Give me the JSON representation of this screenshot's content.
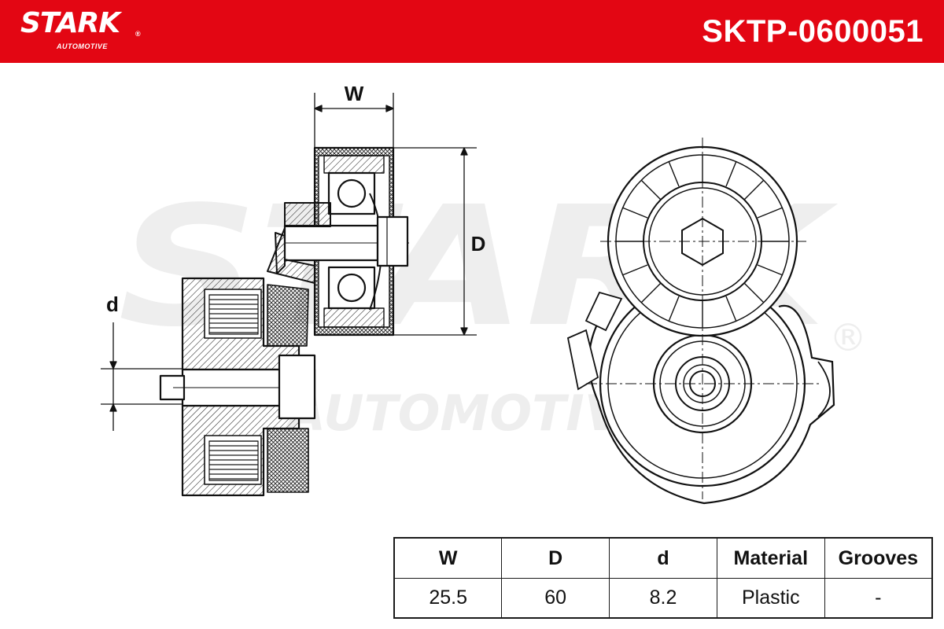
{
  "header": {
    "brand": "STARK",
    "brand_mark": "®",
    "brand_sub": "AUTOMOTIVE",
    "part_number": "SKTP-0600051",
    "color": "#e30613"
  },
  "watermark": {
    "main": "STARK",
    "sub": "AUTOMOTIVE",
    "mark": "®"
  },
  "drawing": {
    "dim_w": "W",
    "dim_D": "D",
    "dim_d": "d"
  },
  "specs": {
    "headers": [
      "W",
      "D",
      "d",
      "Material",
      "Grooves"
    ],
    "values": [
      "25.5",
      "60",
      "8.2",
      "Plastic",
      "-"
    ]
  }
}
